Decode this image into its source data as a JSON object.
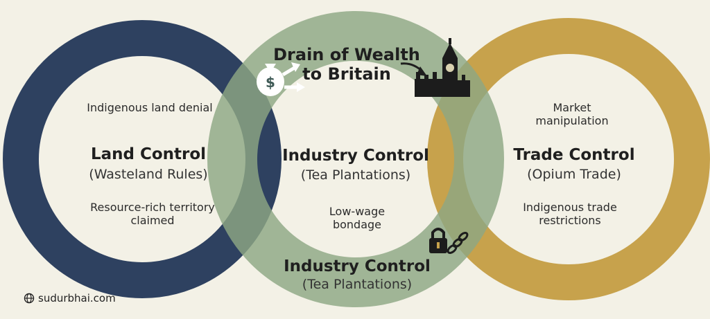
{
  "diagram": {
    "drain": {
      "line1": "Drain of Wealth",
      "line2": "to Britain"
    },
    "land": {
      "note_top": "Indigenous land denial",
      "title": "Land Control",
      "subtitle": "(Wasteland Rules)",
      "note_bottom": "Resource-rich territory claimed",
      "color": "#2e4160"
    },
    "industry": {
      "title": "Industry Control",
      "subtitle": "(Tea Plantations)",
      "note": "Low-wage bondage",
      "bottom_title": "Industry Control",
      "bottom_subtitle": "(Tea Plantations)",
      "color": "#8ea784"
    },
    "trade": {
      "note_top": "Market manipulation",
      "title": "Trade Control",
      "subtitle": "(Opium Trade)",
      "note_bottom": "Indigenous trade restrictions",
      "color": "#c7a24c"
    },
    "icons": [
      "money-bag-icon",
      "big-ben-parliament-icon",
      "padlock-chain-icon",
      "globe-icon"
    ]
  },
  "watermark": {
    "text": "sudurbhai.com"
  }
}
